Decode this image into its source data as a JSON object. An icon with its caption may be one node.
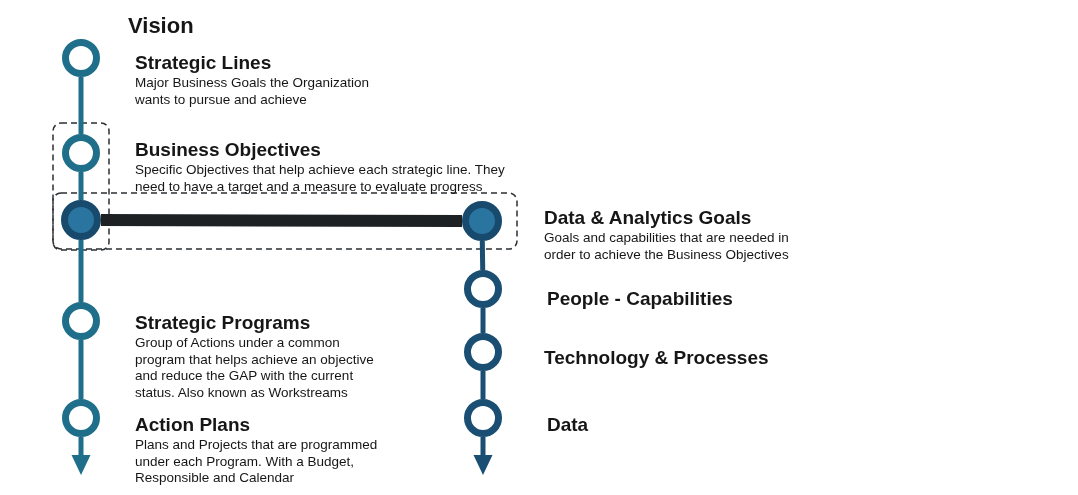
{
  "diagram": {
    "nodes": [
      {
        "text": [
          "Strategic Lines",
          "Major Business Goals the Organization wants to pursue and achieve"
        ]
      },
      {
        "text": [
          "Business Objectives",
          "Specific Objectives that help achieve each strategic line. They need to have a target and a measure to evaluate progress"
        ]
      },
      {
        "text": [],
        "shape": "circle"
      },
      {
        "text": [
          "Data & Analytics Goals",
          "Goals and capabilities that are needed in order to achieve the Business Objectives"
        ]
      },
      {
        "text": [
          "Strategic Programs",
          "Group of Actions under a common program that helps achieve an objective and reduce the GAP with the current status. Also known as Workstreams"
        ]
      },
      {
        "text": [
          "Action Plans",
          "Plans and Projects that are programmed under each Program. With a Budget, Responsible and Calendar"
        ]
      },
      {
        "text": [
          "People - Capabilities"
        ]
      },
      {
        "text": [
          "Technology & Processes"
        ]
      },
      {
        "text": [
          "Data"
        ]
      }
    ],
    "edges": [
      {
        "from": 0,
        "to": 1,
        "arrow": "none"
      },
      {
        "from": 1,
        "to": 2,
        "arrow": "none"
      },
      {
        "from": 2,
        "to": 3,
        "arrow": "none",
        "style": "thick",
        "color": "#1e2124"
      },
      {
        "from": 2,
        "to": 4,
        "arrow": "none"
      },
      {
        "from": 4,
        "to": 5,
        "arrow": "none"
      },
      {
        "from": 5,
        "to": null,
        "arrow": "to"
      },
      {
        "from": 3,
        "to": 6,
        "arrow": "none",
        "color": "#1a4e72"
      },
      {
        "from": 6,
        "to": 7,
        "arrow": "none",
        "color": "#1a4e72"
      },
      {
        "from": 7,
        "to": 8,
        "arrow": "none",
        "color": "#1a4e72"
      },
      {
        "from": 8,
        "to": null,
        "arrow": "to",
        "color": "#1a4e72"
      }
    ],
    "labels": [
      "Vision"
    ]
  }
}
